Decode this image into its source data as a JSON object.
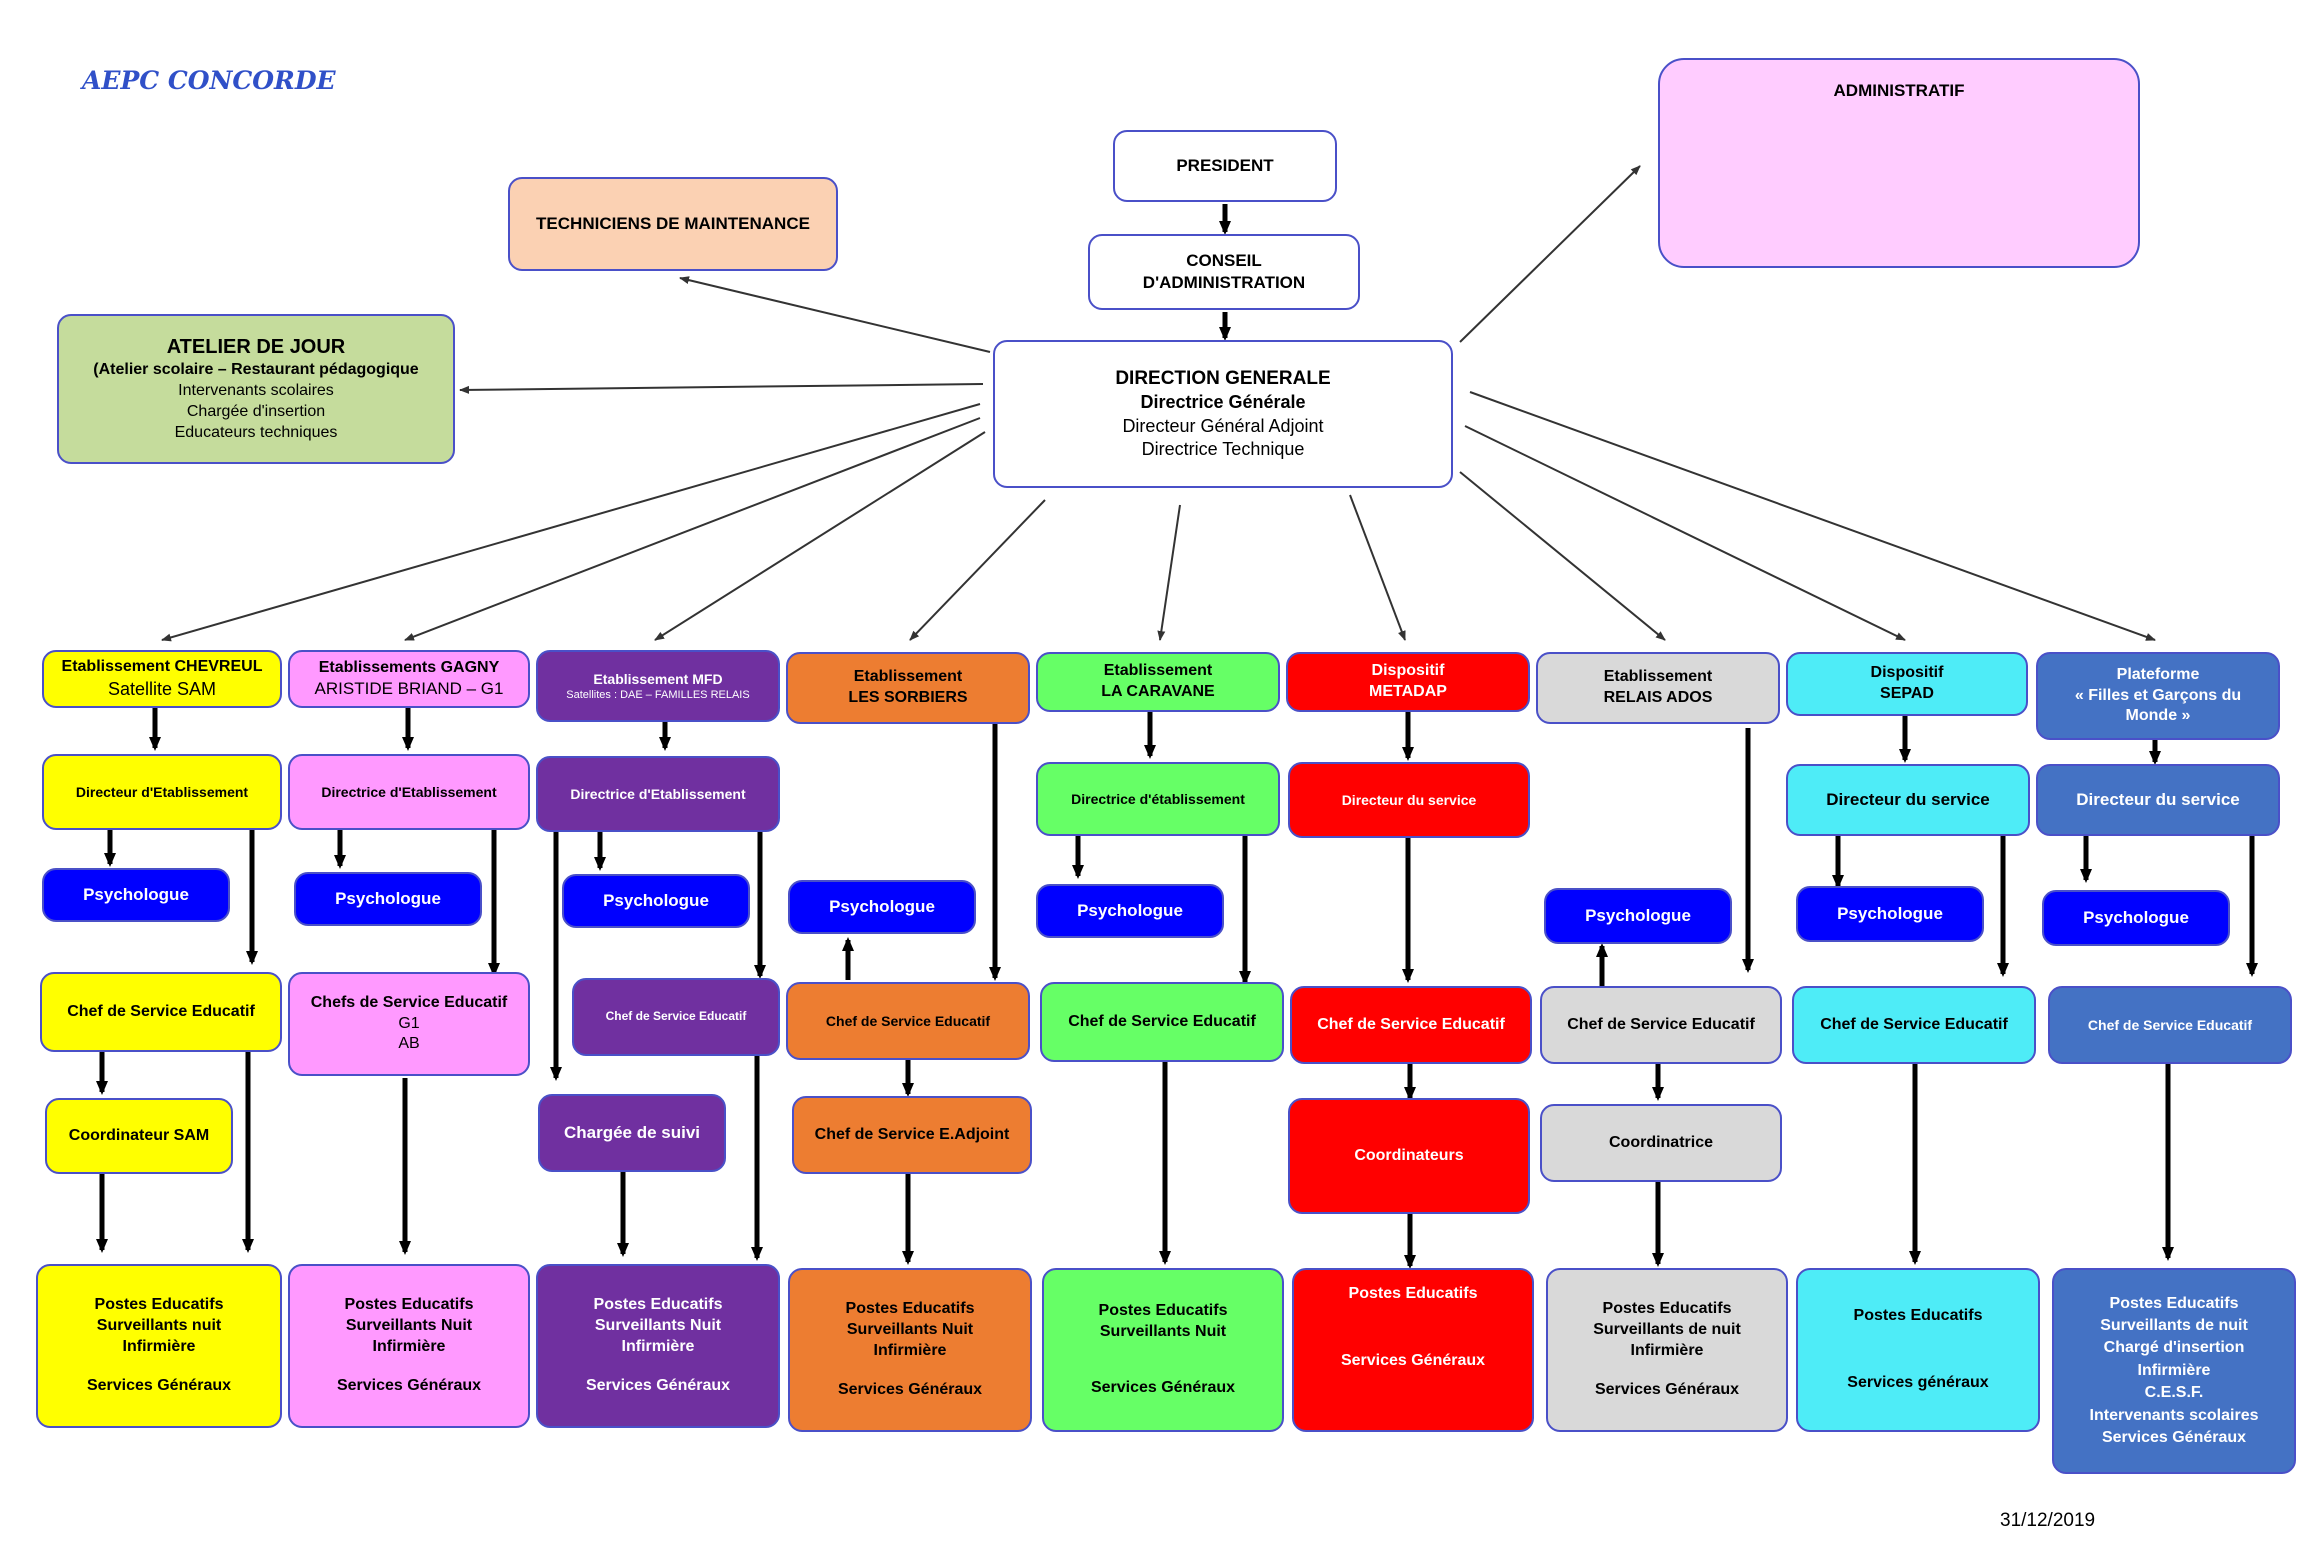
{
  "brand": "AEPC CONCORDE",
  "date": "31/12/2019",
  "colors": {
    "yellow": "#ffff00",
    "pink": "#ff99ff",
    "purple": "#7030a0",
    "orange": "#ed7d31",
    "green": "#66ff66",
    "red": "#ff0000",
    "gray": "#d9d9d9",
    "cyan": "#4eecf7",
    "blue": "#4472c4",
    "blue_dark": "#0000ff",
    "admin": "#ffccff",
    "techniciens": "#fbd1b3",
    "atelier": "#c5dc9c"
  },
  "top": {
    "president": "PRESIDENT",
    "conseil": [
      "CONSEIL",
      "D'ADMINISTRATION"
    ],
    "direction": [
      "DIRECTION GENERALE",
      "Directrice Générale",
      "Directeur Général Adjoint",
      "Directrice Technique"
    ],
    "administratif": "ADMINISTRATIF",
    "techniciens": "TECHNICIENS DE MAINTENANCE",
    "atelier": [
      "ATELIER DE JOUR",
      "(Atelier scolaire – Restaurant pédagogique",
      "Intervenants scolaires",
      "Chargée d'insertion",
      "Educateurs techniques"
    ]
  },
  "columns": [
    {
      "head": [
        "Etablissement CHEVREUL",
        "Satellite SAM"
      ],
      "director": "Directeur d'Etablissement",
      "psy": "Psychologue",
      "chef": [
        "Chef de Service Educatif"
      ],
      "extra": "Coordinateur SAM",
      "postes": [
        "Postes Educatifs",
        "Surveillants nuit",
        "Infirmière",
        "",
        "Services Généraux"
      ]
    },
    {
      "head": [
        "Etablissements GAGNY",
        "ARISTIDE BRIAND – G1"
      ],
      "director": "Directrice d'Etablissement",
      "psy": "Psychologue",
      "chef": [
        "Chefs de Service Educatif",
        "G1",
        "AB"
      ],
      "extra": "",
      "postes": [
        "Postes Educatifs",
        "Surveillants Nuit",
        "Infirmière",
        "",
        "Services Généraux"
      ]
    },
    {
      "head": [
        "Etablissement MFD",
        "Satellites : DAE – FAMILLES RELAIS"
      ],
      "director": "Directrice d'Etablissement",
      "psy": "Psychologue",
      "chef": [
        "Chef de Service Educatif"
      ],
      "extra": "Chargée de suivi",
      "postes": [
        "Postes Educatifs",
        "Surveillants Nuit",
        "Infirmière",
        "",
        "Services Généraux"
      ]
    },
    {
      "head": [
        "Etablissement",
        "LES SORBIERS"
      ],
      "director": "",
      "psy": "Psychologue",
      "chef": [
        "Chef de Service Educatif"
      ],
      "extra": "Chef de Service E.Adjoint",
      "postes": [
        "Postes Educatifs",
        "Surveillants Nuit",
        "Infirmière",
        "",
        "Services Généraux"
      ]
    },
    {
      "head": [
        "Etablissement",
        "LA CARAVANE"
      ],
      "director": "Directrice d'établissement",
      "psy": "Psychologue",
      "chef": [
        "Chef de Service Educatif"
      ],
      "extra": "",
      "postes": [
        "Postes Educatifs",
        "Surveillants Nuit",
        "",
        "Services Généraux"
      ]
    },
    {
      "head": [
        "Dispositif",
        "METADAP"
      ],
      "director": "Directeur du service",
      "psy": "",
      "chef": [
        "Chef de Service Educatif"
      ],
      "extra": "Coordinateurs",
      "postes": [
        "Postes Educatifs",
        "",
        "Services Généraux"
      ]
    },
    {
      "head": [
        "Etablissement",
        "RELAIS ADOS"
      ],
      "director": "",
      "psy": "Psychologue",
      "chef": [
        "Chef de Service Educatif"
      ],
      "extra": "Coordinatrice",
      "postes": [
        "Postes Educatifs",
        "Surveillants de nuit",
        "Infirmière",
        "",
        "Services Généraux"
      ]
    },
    {
      "head": [
        "Dispositif",
        "SEPAD"
      ],
      "director": "Directeur du service",
      "psy": "Psychologue",
      "chef": [
        "Chef de Service Educatif"
      ],
      "extra": "",
      "postes": [
        "Postes Educatifs",
        "",
        "Services généraux"
      ]
    },
    {
      "head": [
        "Plateforme",
        "« Filles et Garçons du",
        "Monde »"
      ],
      "director": "Directeur du service",
      "psy": "Psychologue",
      "chef": [
        "Chef de Service Educatif"
      ],
      "extra": "",
      "postes": [
        "Postes Educatifs",
        "Surveillants de nuit",
        "Chargé d'insertion",
        "Infirmière",
        "C.E.S.F.",
        "Intervenants scolaires",
        "Services Généraux"
      ]
    }
  ]
}
